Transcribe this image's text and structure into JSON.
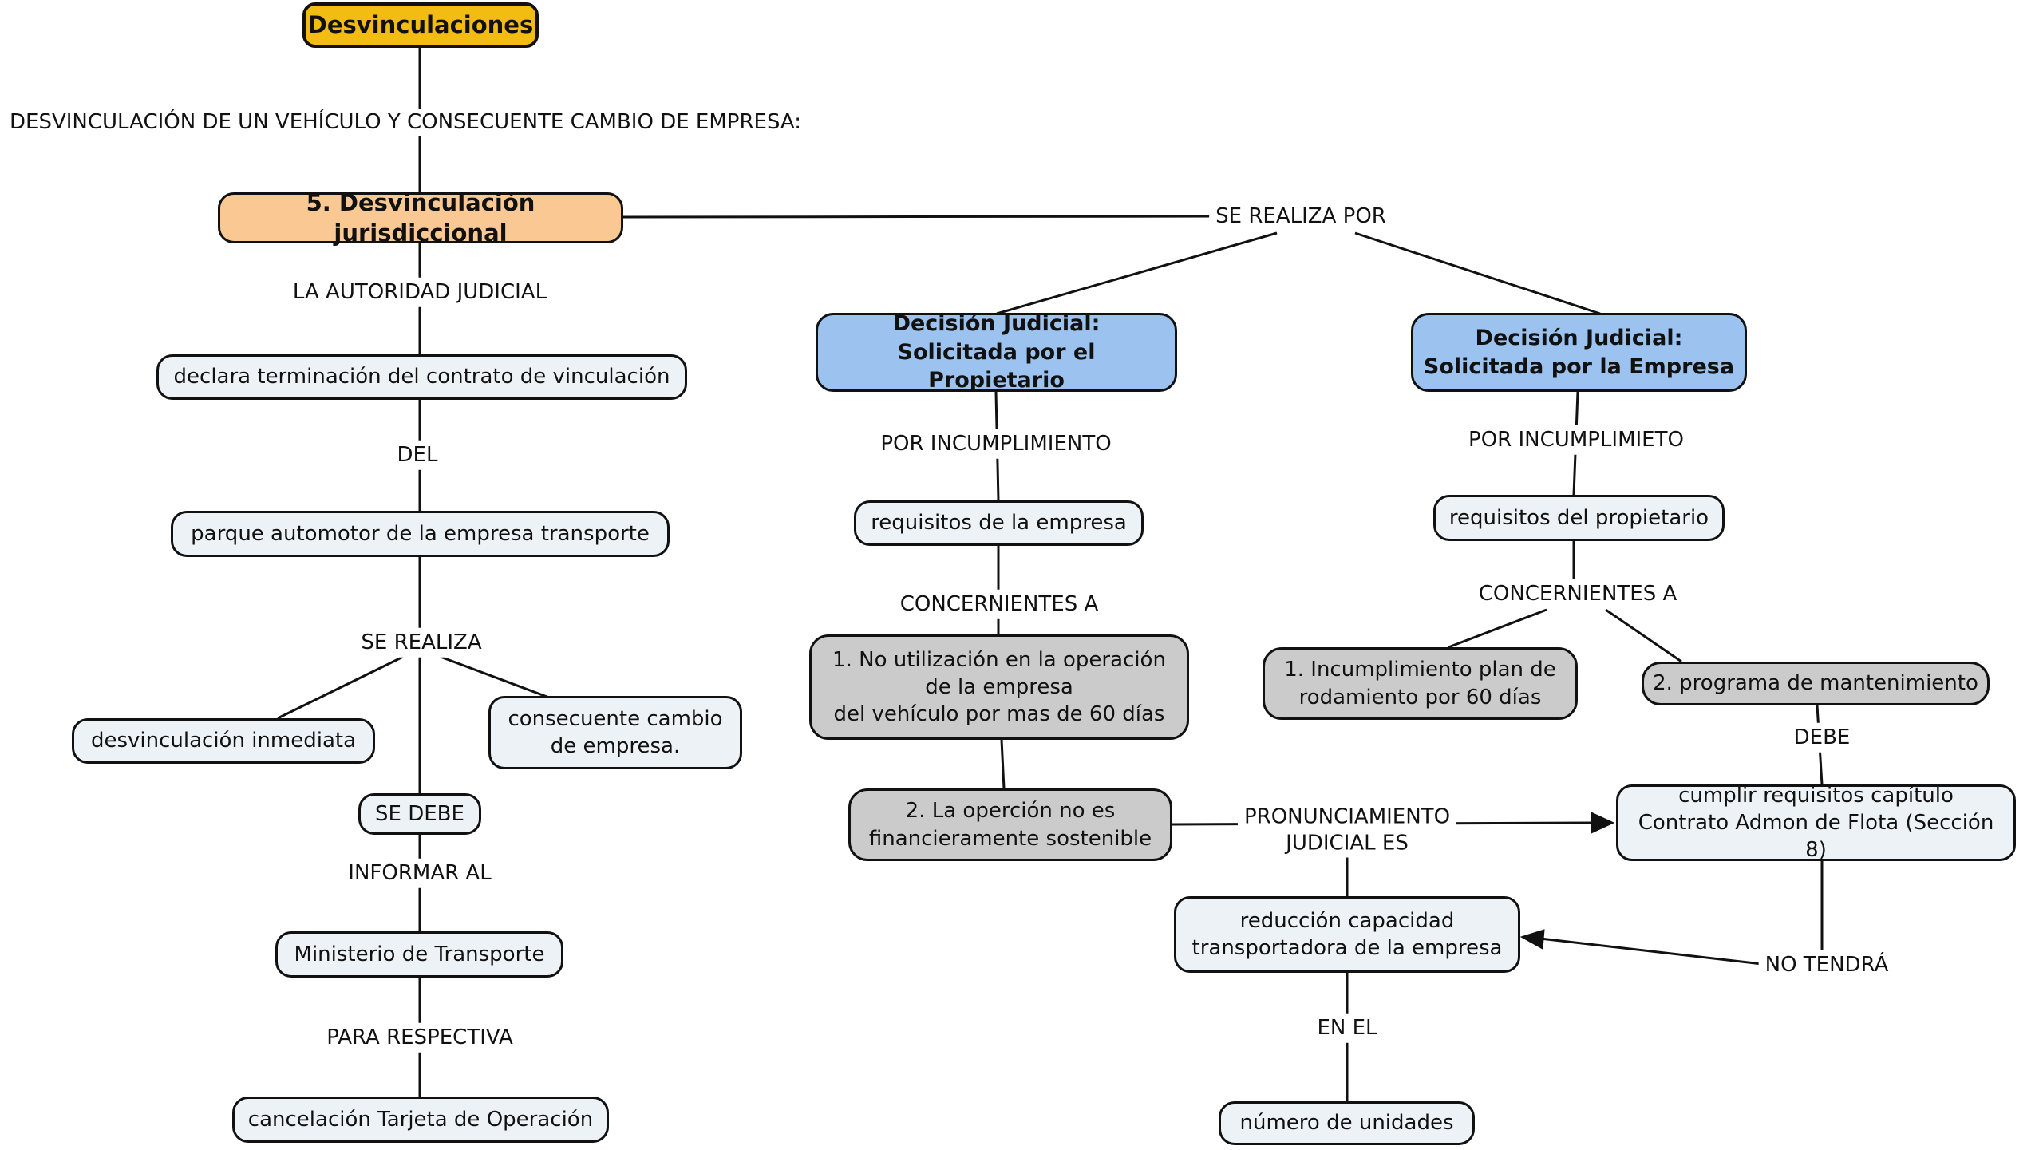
{
  "diagram": {
    "title": "Desvinculaciones",
    "heading": "DESVINCULACIÓN DE UN VEHÍCULO Y CONSECUENTE CAMBIO DE EMPRESA:",
    "nodes": {
      "jurisdiccional": "5. Desvinculación jurisdiccional",
      "declara": "declara terminación del contrato de vinculación",
      "parque": "parque automotor de la empresa transporte",
      "desvinculacion_inmediata": "desvinculación inmediata",
      "consecuente": "consecuente cambio\nde empresa.",
      "se_debe": "SE DEBE",
      "ministerio": "Ministerio de Transporte",
      "cancelacion": "cancelación Tarjeta de Operación",
      "decision_propietario": "Decisión Judicial:\nSolicitada por el Propietario",
      "decision_empresa": "Decisión Judicial:\nSolicitada por la Empresa",
      "requisitos_empresa": "requisitos de la empresa",
      "requisitos_propietario": "requisitos del propietario",
      "no_utilizacion": "1. No utilización en la operación\nde la empresa\ndel vehículo por mas de 60 días",
      "opercion": "2. La operción no es\nfinancieramente sostenible",
      "incumplimiento_rodamiento": "1. Incumplimiento plan de\nrodamiento por 60 días",
      "programa_mantenimiento": "2. programa de mantenimiento",
      "cumplir": "cumplir requisitos capítulo\nContrato Admon de Flota (Sección 8)",
      "reduccion": "reducción capacidad\ntransportadora de la empresa",
      "numero_unidades": "número de unidades"
    },
    "labels": {
      "la_autoridad": "LA AUTORIDAD JUDICIAL",
      "del": "DEL",
      "se_realiza": "SE REALIZA",
      "informar_al": "INFORMAR AL",
      "para_respectiva": "PARA RESPECTIVA",
      "se_realiza_por": "SE REALIZA POR",
      "por_incumplimiento": "POR INCUMPLIMIENTO",
      "concernientes_mid": "CONCERNIENTES A",
      "pronunciamiento": "PRONUNCIAMIENTO\nJUDICIAL ES",
      "en_el": "EN EL",
      "por_incumplimieto": "POR INCUMPLIMIETO",
      "concernientes_right": "CONCERNIENTES A",
      "debe": "DEBE",
      "no_tendra": "NO TENDRÁ"
    },
    "colors": {
      "title_bg": "#f2bc13",
      "main_topic_bg": "#f9c893",
      "decision_bg": "#9cc3f0",
      "concept_bg": "#edf2f6",
      "criteria_bg": "#cbcbcb",
      "line": "#111111",
      "background": "#ffffff"
    }
  }
}
